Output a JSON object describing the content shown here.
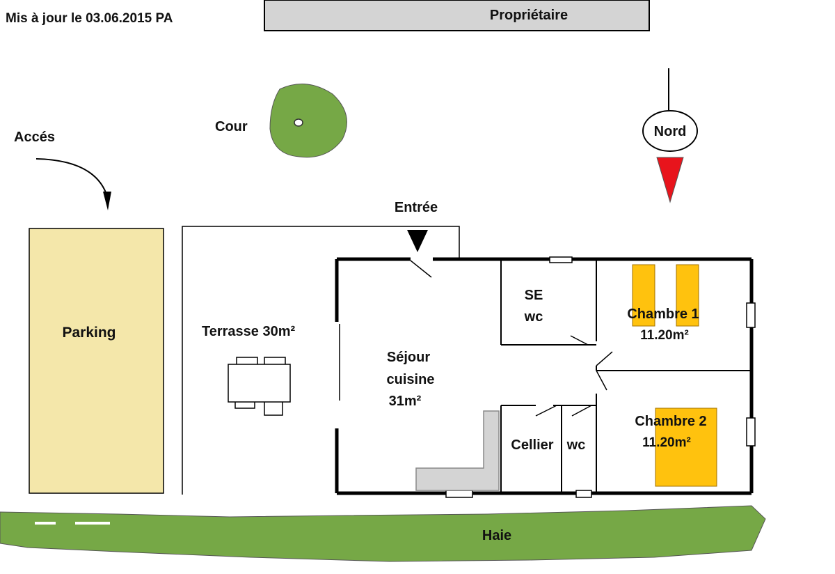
{
  "header": {
    "updated": "Mis à jour le 03.06.2015 PA",
    "owner": "Propriétaire"
  },
  "labels": {
    "acces": "Accés",
    "cour": "Cour",
    "nord": "Nord",
    "entree": "Entrée",
    "parking": "Parking",
    "terrasse": "Terrasse 30m²",
    "sejour_1": "Séjour",
    "sejour_2": "cuisine",
    "sejour_3": "31m²",
    "se": "SE",
    "se_wc": "wc",
    "chambre1": "Chambre 1",
    "chambre1_area": "11.20m²",
    "chambre2": "Chambre 2",
    "chambre2_area": "11.20m²",
    "cellier": "Cellier",
    "wc": "wc",
    "haie": "Haie"
  },
  "colors": {
    "parking": "#f4e7aa",
    "green": "#76a846",
    "bed": "#ffc20e",
    "counter": "#d4d4d4",
    "header_box": "#d4d4d4",
    "arrow_red": "#e8141c",
    "wall": "#000000"
  }
}
